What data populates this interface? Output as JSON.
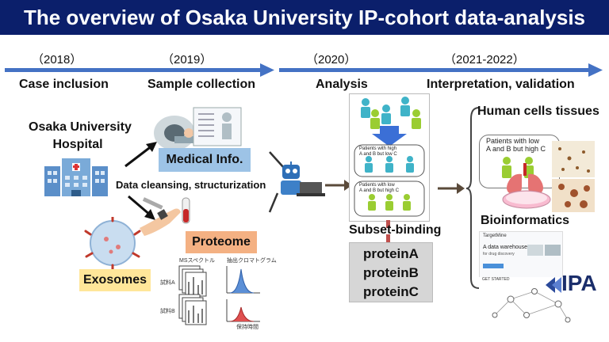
{
  "title": "The overview of Osaka University IP-cohort data-analysis",
  "timeline": {
    "years": [
      "（2018）",
      "（2019）",
      "（2020）",
      "（2021-2022）"
    ],
    "phases": [
      "Case inclusion",
      "Sample collection",
      "Analysis",
      "Interpretation, validation"
    ]
  },
  "hospital": {
    "line1": "Osaka University",
    "line2": "Hospital"
  },
  "medical_info": "Medical Info.",
  "data_cleansing": "Data cleansing, structurization",
  "proteome": "Proteome",
  "exosomes": "Exosomes",
  "ms_labels": {
    "spectrum": "MSスペクトル",
    "chromatogram": "抽出クロマトグラム",
    "sample_a": "試料A",
    "sample_b": "試料B",
    "retention": "保持時間"
  },
  "patients": {
    "high": "Patients with high",
    "high_sub": "A and B but low C",
    "low": "Patients with low",
    "low_sub": "A and B but high C"
  },
  "subset_binding": "Subset-binding",
  "proteins": [
    "proteinA",
    "proteinB",
    "proteinC"
  ],
  "human_cells": "Human cells tissues",
  "bioinformatics": "Bioinformatics",
  "screen": {
    "brand": "TargetMine",
    "heading": "A data warehouse",
    "sub": "for drug discovery",
    "started": "GET STARTED"
  },
  "ipa": "IPA",
  "colors": {
    "banner": "#0b1f6b",
    "timeline": "#4472c4",
    "medical_box": "#9dc3e6",
    "proteome_box": "#f4b183",
    "exosomes_box": "#ffe699",
    "protein_box": "#d6d6d6"
  }
}
